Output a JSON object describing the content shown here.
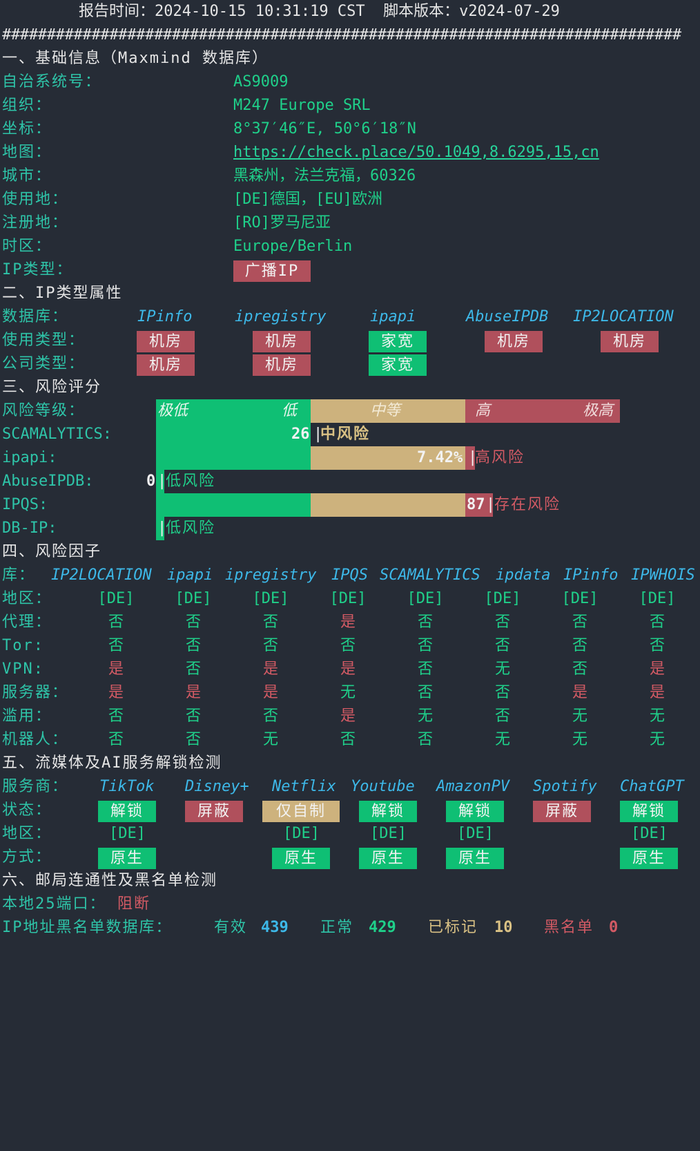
{
  "header": {
    "report_time": "报告时间：2024-10-15 10:31:19 CST  脚本版本：v2024-07-29",
    "separator": "############################################################################"
  },
  "s1": {
    "title": "一、基础信息（Maxmind 数据库）",
    "asn_label": "自治系统号：",
    "asn": "AS9009",
    "org_label": "组织：",
    "org": "M247 Europe SRL",
    "coord_label": "坐标：",
    "coord": "8°37′46″E, 50°6′18″N",
    "map_label": "地图：",
    "map": "https://check.place/50.1049,8.6295,15,cn",
    "city_label": "城市：",
    "city": "黑森州，法兰克福，60326",
    "use_label": "使用地：",
    "use": "[DE]德国，[EU]欧洲",
    "reg_label": "注册地：",
    "reg": "[RO]罗马尼亚",
    "tz_label": "时区：",
    "tz": "Europe/Berlin",
    "iptype_label": "IP类型：",
    "iptype": "广播IP"
  },
  "s2": {
    "title": "二、IP类型属性",
    "db_label": "数据库：",
    "dbs": [
      "IPinfo",
      "ipregistry",
      "ipapi",
      "AbuseIPDB",
      "IP2LOCATION"
    ],
    "usage_label": "使用类型：",
    "usage": [
      "机房",
      "机房",
      "家宽",
      "机房",
      "机房"
    ],
    "company_label": "公司类型：",
    "company": [
      "机房",
      "机房",
      "家宽"
    ]
  },
  "s3": {
    "title": "三、风险评分",
    "level_label": "风险等级：",
    "levels": [
      "极低",
      "低",
      "中等",
      "高",
      "极高"
    ],
    "scam_label": "SCAMALYTICS:",
    "scam_score": "26",
    "scam_text": "中风险",
    "ipapi_label": "ipapi:",
    "ipapi_score": "7.42%",
    "ipapi_text": "高风险",
    "abuse_label": "AbuseIPDB:",
    "abuse_score": "0",
    "abuse_text": "低风险",
    "ipqs_label": "IPQS:",
    "ipqs_score": "87",
    "ipqs_text": "存在风险",
    "dbip_label": "DB-IP:",
    "dbip_text": "低风险",
    "colors": {
      "low": "#0fbf74",
      "mid": "#cdb27d",
      "high": "#b0505c"
    }
  },
  "s4": {
    "title": "四、风险因子",
    "lib_label": "库：",
    "libs": [
      "IP2LOCATION",
      "ipapi",
      "ipregistry",
      "IPQS",
      "SCAMALYTICS",
      "ipdata",
      "IPinfo",
      "IPWHOIS"
    ],
    "rows": [
      {
        "label": "地区：",
        "vals": [
          "[DE]",
          "[DE]",
          "[DE]",
          "[DE]",
          "[DE]",
          "[DE]",
          "[DE]",
          "[DE]"
        ]
      },
      {
        "label": "代理：",
        "vals": [
          "否",
          "否",
          "否",
          "是",
          "否",
          "否",
          "否",
          "否"
        ]
      },
      {
        "label": "Tor:",
        "vals": [
          "否",
          "否",
          "否",
          "否",
          "否",
          "否",
          "否",
          "否"
        ]
      },
      {
        "label": "VPN:",
        "vals": [
          "是",
          "否",
          "是",
          "是",
          "否",
          "无",
          "否",
          "是"
        ]
      },
      {
        "label": "服务器：",
        "vals": [
          "是",
          "是",
          "是",
          "无",
          "否",
          "否",
          "是",
          "是"
        ]
      },
      {
        "label": "滥用：",
        "vals": [
          "否",
          "否",
          "否",
          "是",
          "无",
          "否",
          "无",
          "无"
        ]
      },
      {
        "label": "机器人：",
        "vals": [
          "否",
          "否",
          "无",
          "否",
          "否",
          "无",
          "无",
          "无"
        ]
      }
    ]
  },
  "s5": {
    "title": "五、流媒体及AI服务解锁检测",
    "svc_label": "服务商：",
    "services": [
      "TikTok",
      "Disney+",
      "Netflix",
      "Youtube",
      "AmazonPV",
      "Spotify",
      "ChatGPT"
    ],
    "status_label": "状态：",
    "status": [
      "解锁",
      "屏蔽",
      "仅自制",
      "解锁",
      "解锁",
      "屏蔽",
      "解锁"
    ],
    "region_label": "地区：",
    "region": [
      "[DE]",
      "",
      "[DE]",
      "[DE]",
      "[DE]",
      "",
      "[DE]"
    ],
    "method_label": "方式：",
    "method": [
      "原生",
      "",
      "原生",
      "原生",
      "原生",
      "",
      "原生"
    ]
  },
  "s6": {
    "title": "六、邮局连通性及黑名单检测",
    "port_label": "本地25端口：",
    "port": "阻断",
    "bl_label": "IP地址黑名单数据库：",
    "valid_label": "有效",
    "valid": "439",
    "normal_label": "正常",
    "normal": "429",
    "marked_label": "已标记",
    "marked": "10",
    "black_label": "黑名单",
    "black": "0"
  }
}
